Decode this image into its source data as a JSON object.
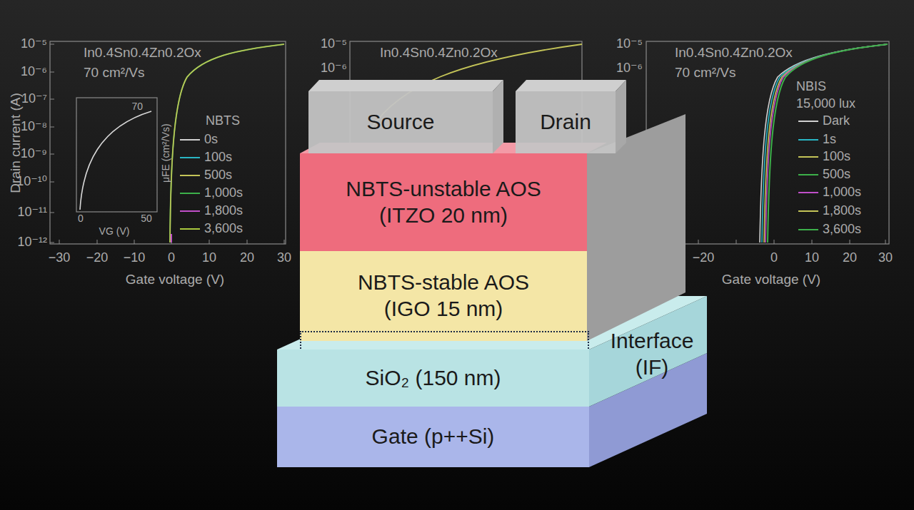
{
  "diagram": {
    "nodes": [
      {
        "text": [
          "Source"
        ]
      },
      {
        "text": [
          "Drain"
        ]
      },
      {
        "text": [
          "NBTS-unstable AOS",
          "(ITZO 20 nm)"
        ]
      },
      {
        "text": [
          "NBTS-stable AOS",
          "(IGO 15 nm)"
        ]
      },
      {
        "text": [
          "Interface (IF)"
        ]
      },
      {
        "text": [
          "SiO₂ (150 nm)"
        ]
      },
      {
        "text": [
          "Gate (p++Si)"
        ]
      }
    ],
    "labels": [
      "In0.4Sn0.4Zn0.2Ox",
      "70 cm²/Vs",
      "10⁻⁵",
      "10⁻⁶",
      "10⁻⁷",
      "10⁻⁸",
      "10⁻⁹",
      "10⁻¹⁰",
      "10⁻¹¹",
      "10⁻¹²",
      "−30",
      "−20",
      "−10",
      "0",
      "10",
      "20",
      "30",
      "Gate voltage (V)",
      "Drain current (A)",
      "70",
      "μFE (cm²/Vs)",
      "0",
      "50",
      "VG (V)",
      "NBTS",
      "10⁻⁵",
      "10⁻⁶",
      "In0.4Sn0.4Zn0.2Ox",
      "10⁻⁵",
      "10⁻⁶",
      "In0.4Sn0.4Zn0.2Ox",
      "70 cm²/Vs",
      "NBIS",
      "15,000 lux",
      "−20",
      "0",
      "10",
      "20",
      "30",
      "Gate voltage (V)"
    ],
    "legend": [
      {
        "text": "0s"
      },
      {
        "text": "100s"
      },
      {
        "text": "500s"
      },
      {
        "text": "1,000s"
      },
      {
        "text": "1,800s"
      },
      {
        "text": "3,600s"
      },
      {
        "text": "Dark"
      },
      {
        "text": "1s"
      },
      {
        "text": "100s"
      },
      {
        "text": "500s"
      },
      {
        "text": "1,000s"
      },
      {
        "text": "1,800s"
      },
      {
        "text": "3,600s"
      }
    ]
  }
}
